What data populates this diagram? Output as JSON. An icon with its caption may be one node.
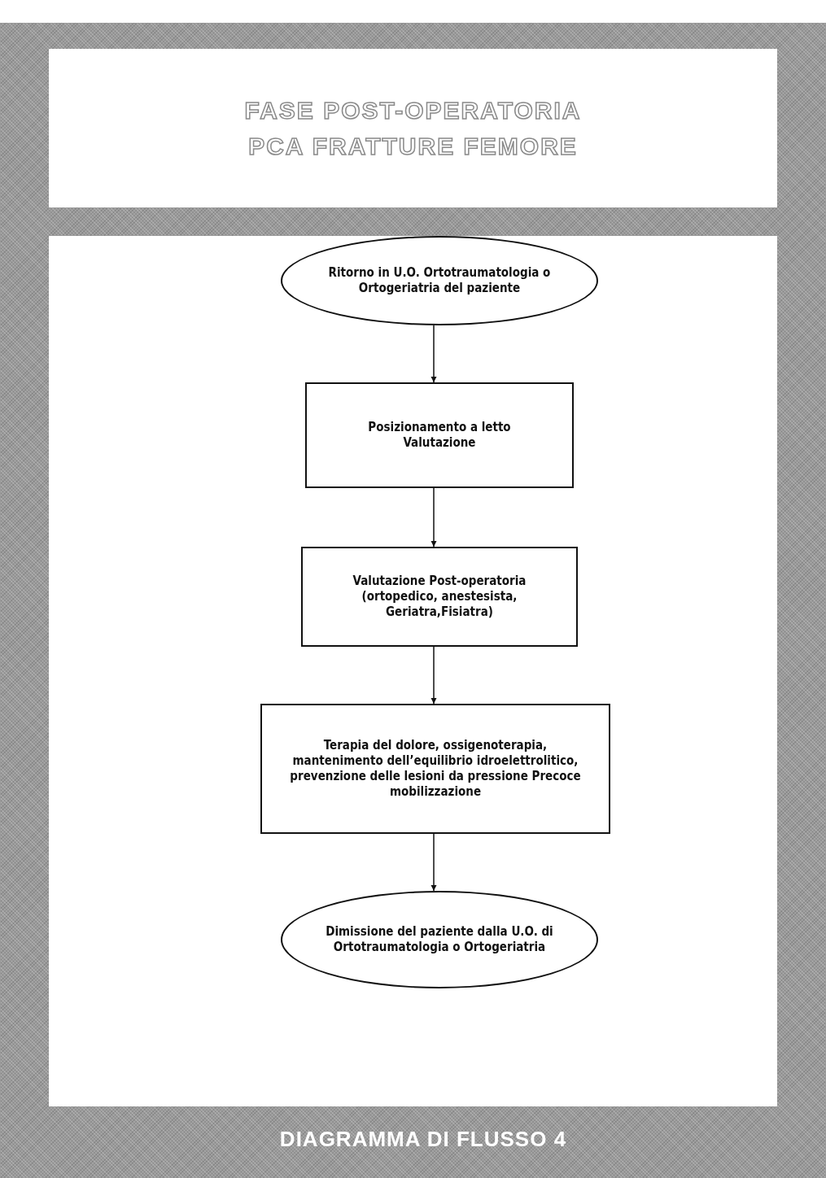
{
  "diagram": {
    "title": "FASE POST-OPERATORIA PCA FRATTURE FEMORE",
    "nodes": [
      {
        "text": [
          "Ritorno in U.O. Ortotraumatologia o Ortogeriatria del paziente"
        ]
      },
      {
        "text": [
          "Posizionamento a letto Valutazione"
        ]
      },
      {
        "text": [
          "Valutazione Post-operatoria (ortopedico, anestesista, Geriatra,Fisiatra)"
        ]
      },
      {
        "text": [
          "Terapia del dolore, ossigenoterapia, mantenimento dell’equilibrio idroelettrolitico, prevenzione delle lesioni da pressione Precoce mobilizzazione"
        ]
      },
      {
        "text": [
          "Dimissione del paziente dalla U.O. di Ortotraumatologia o Ortogeriatria"
        ]
      }
    ],
    "edges": [
      {
        "from": 0,
        "to": 1,
        "arrow": "to"
      },
      {
        "from": 1,
        "to": 2,
        "arrow": "to"
      },
      {
        "from": 2,
        "to": 3,
        "arrow": "to"
      },
      {
        "from": 3,
        "to": 4,
        "arrow": "to"
      }
    ],
    "caption": "DIAGRAMMA DI FLUSSO 4"
  }
}
